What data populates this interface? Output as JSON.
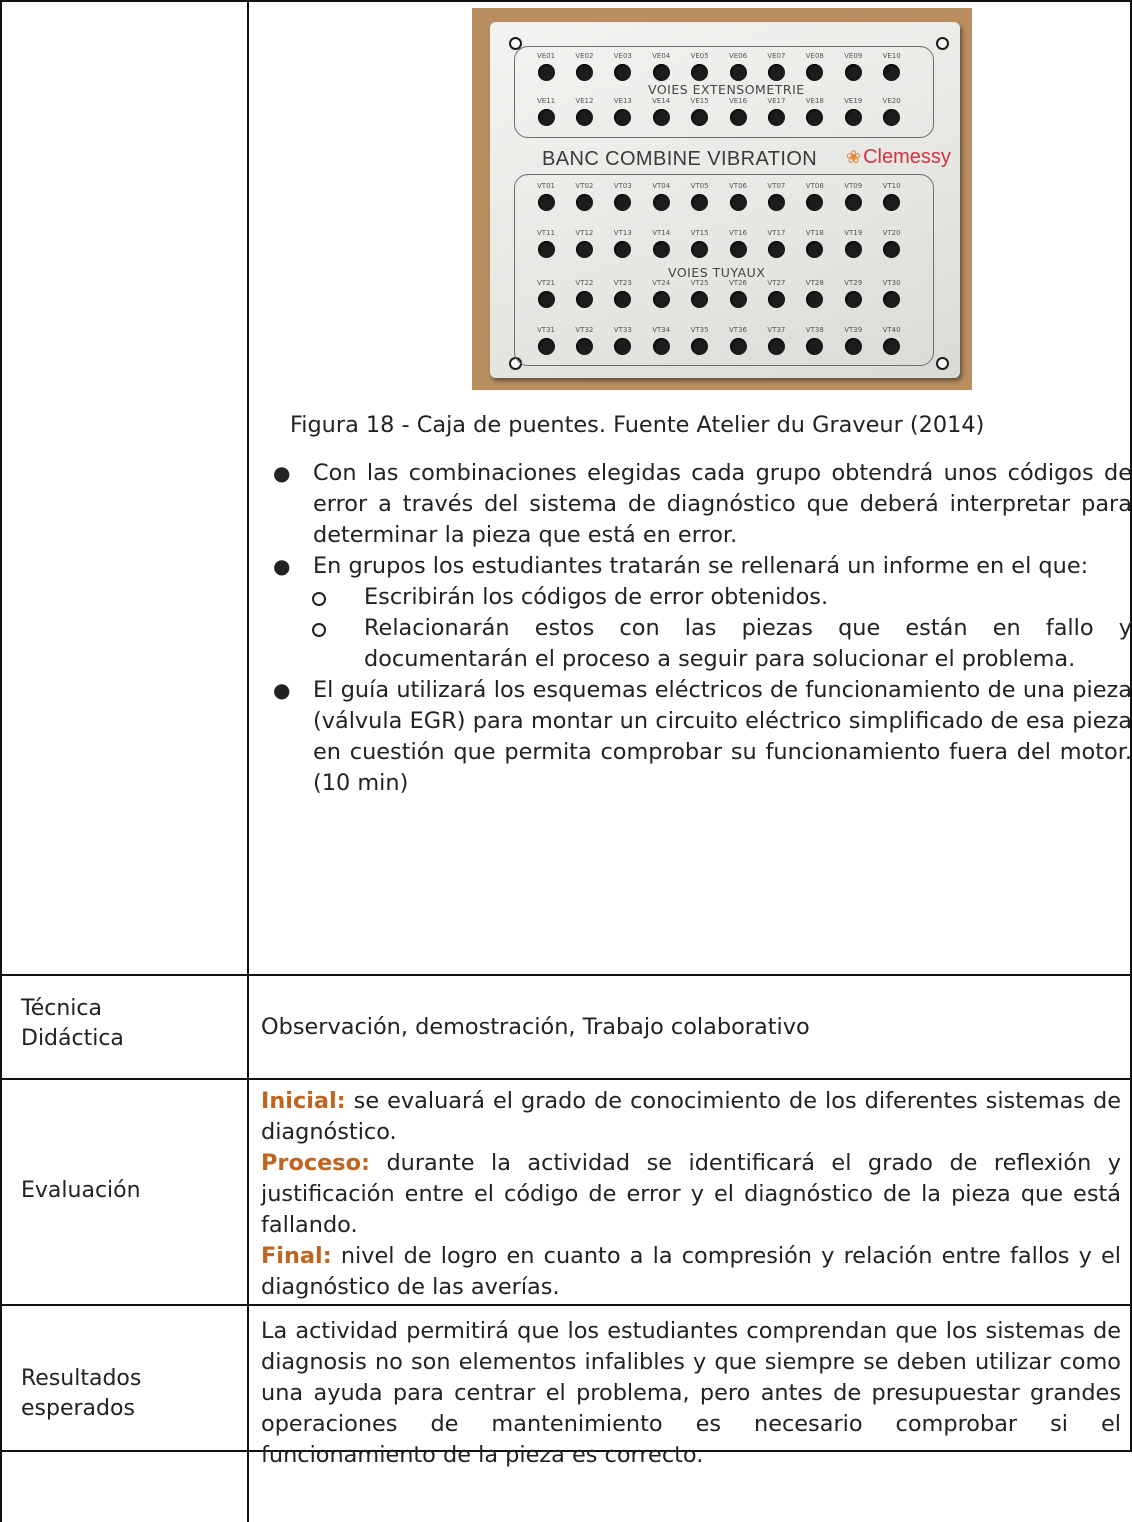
{
  "figure": {
    "caption": "Figura 18 - Caja de puentes. Fuente Atelier du Graveur (2014)",
    "panel_top_label": "VOIES EXTENSOMETRIE",
    "panel_bottom_label": "VOIES TUYAUX",
    "banner_text": "BANC COMBINE VIBRATION",
    "logo_text": "Clemessy",
    "colors": {
      "background": "#b98e61",
      "plate": "#e9e9e6",
      "logo": "#d0323e"
    },
    "ve_channels": [
      [
        "VE01",
        "VE02",
        "VE03",
        "VE04",
        "VE05",
        "VE06",
        "VE07",
        "VE08",
        "VE09",
        "VE10"
      ],
      [
        "VE11",
        "VE12",
        "VE13",
        "VE14",
        "VE15",
        "VE16",
        "VE17",
        "VE18",
        "VE19",
        "VE20"
      ]
    ],
    "vt_channels": [
      [
        "VT01",
        "VT02",
        "VT03",
        "VT04",
        "VT05",
        "VT06",
        "VT07",
        "VT08",
        "VT09",
        "VT10"
      ],
      [
        "VT11",
        "VT12",
        "VT13",
        "VT14",
        "VT15",
        "VT16",
        "VT17",
        "VT18",
        "VT19",
        "VT20"
      ],
      [
        "VT21",
        "VT22",
        "VT23",
        "VT24",
        "VT25",
        "VT26",
        "VT27",
        "VT28",
        "VT29",
        "VT30"
      ],
      [
        "VT31",
        "VT32",
        "VT33",
        "VT34",
        "VT35",
        "VT36",
        "VT37",
        "VT38",
        "VT39",
        "VT40"
      ]
    ]
  },
  "bullets": [
    {
      "text": "Con las combinaciones elegidas cada grupo obtendrá unos códigos de error a través del sistema de diagnóstico que deberá interpretar para determinar la pieza que está en error."
    },
    {
      "text": "En grupos los estudiantes tratarán se rellenará un informe en el que:",
      "sub": [
        "Escribirán los códigos de error obtenidos.",
        "Relacionarán estos con las piezas que están en fallo y documentarán el proceso a seguir para solucionar el problema."
      ]
    },
    {
      "text": "El guía utilizará los esquemas eléctricos de funcionamiento de una pieza (válvula EGR) para montar un circuito eléctrico simplificado de esa pieza en cuestión que permita comprobar su funcionamiento fuera del motor. (10 min)"
    }
  ],
  "rows": {
    "tecnica": {
      "label": "Técnica Didáctica",
      "value": "Observación, demostración, Trabajo colaborativo"
    },
    "evaluacion": {
      "label": "Evaluación",
      "inicial_label": "Inicial:",
      "inicial_text": " se evaluará el grado de conocimiento de los diferentes sistemas de diagnóstico.",
      "proceso_label": "Proceso:",
      "proceso_text": " durante la actividad se identificará el grado de reflexión y justificación entre el código de error y el diagnóstico de la pieza que está fallando.",
      "final_label": "Final:",
      "final_text": " nivel de logro en cuanto a la compresión y relación entre fallos y el diagnóstico de las averías."
    },
    "resultados": {
      "label": "Resultados esperados",
      "value": "La actividad permitirá que los estudiantes comprendan que los sistemas de diagnosis no son elementos infalibles y que siempre se deben utilizar como una ayuda para centrar el problema, pero antes de presupuestar grandes operaciones de mantenimiento es necesario comprobar si el funcionamiento de la pieza es correcto."
    }
  }
}
